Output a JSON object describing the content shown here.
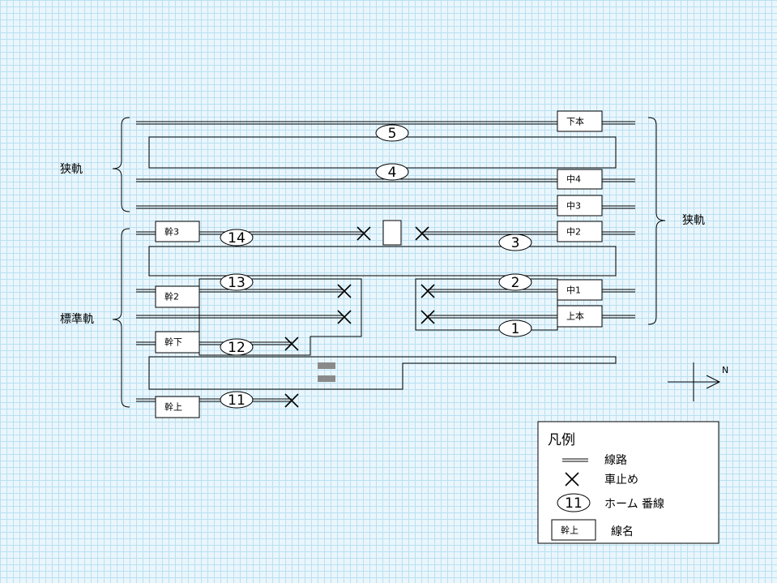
{
  "labels": {
    "narrow_gauge_left": "狭軌",
    "standard_gauge": "標準軌",
    "narrow_gauge_right": "狭軌",
    "north": "N"
  },
  "platforms": {
    "p5": "5",
    "p4": "4",
    "p3": "3",
    "p2": "2",
    "p1": "1",
    "p14": "14",
    "p13": "13",
    "p12": "12",
    "p11": "11"
  },
  "line_names": {
    "shimohon": "下本",
    "naka4": "中4",
    "naka3": "中3",
    "naka2": "中2",
    "naka1": "中1",
    "kamihon": "上本",
    "kan3": "幹3",
    "kan2": "幹2",
    "kanshimo": "幹下",
    "kanjo": "幹上"
  },
  "legend": {
    "title": "凡例",
    "track": "線路",
    "buffer_stop": "車止め",
    "platform_sample": "11",
    "platform": "ホーム 番線",
    "name_sample": "幹上",
    "line_name": "線名"
  }
}
